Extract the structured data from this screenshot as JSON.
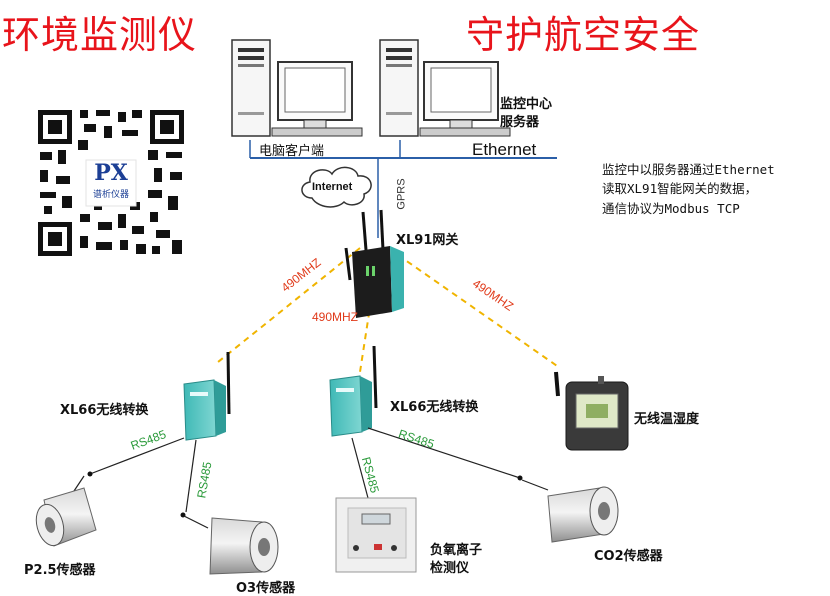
{
  "titles": {
    "left": "环境监测仪",
    "right": "守护航空安全"
  },
  "network": {
    "pc_client": "电脑客户端",
    "server": [
      "监控中心",
      "服务器"
    ],
    "ethernet": "Ethernet",
    "internet": "Internet",
    "gprs": "GPRS",
    "gateway": "XL91网关",
    "note": [
      "监控中以服务器通过Ethernet",
      "读取XL91智能网关的数据，",
      "通信协议为Modbus TCP"
    ]
  },
  "links": {
    "freq_left": "490MHZ",
    "freq_mid": "490MHZ",
    "freq_right": "490MHZ",
    "rs_a": "RS485",
    "rs_b": "RS485",
    "rs_c": "RS485",
    "rs_d": "RS485"
  },
  "logo": {
    "brand": "PX",
    "brand_sub": "谱析仪器"
  },
  "devices": {
    "converter_left": "XL66无线转换",
    "converter_mid": "XL66无线转换",
    "thermo": "无线温湿度",
    "sensor_pm": "P2.5传感器",
    "sensor_o3": "O3传感器",
    "ion_detector": [
      "负氧离子",
      "检测仪"
    ],
    "sensor_co2": "CO2传感器"
  },
  "colors": {
    "title": "#e8141b",
    "freq": "#e03a1a",
    "rs485": "#2a9a3a",
    "dashed_link": "#f0b400",
    "ethernet_line": "#2b5fa8"
  }
}
